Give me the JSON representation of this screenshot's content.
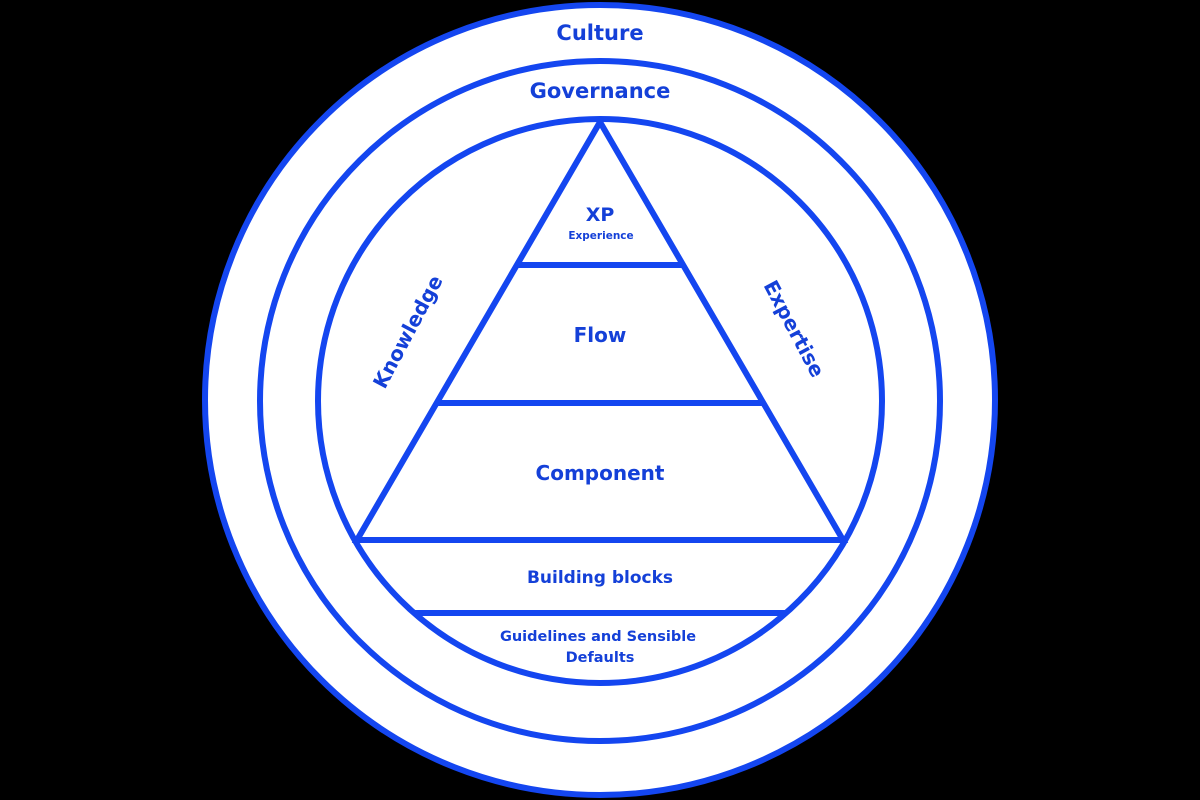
{
  "colors": {
    "background": "#000000",
    "fill": "#ffffff",
    "stroke": "#1446f0",
    "text": "#1440d8"
  },
  "rings": {
    "outer": "Culture",
    "middle": "Governance"
  },
  "side_labels": {
    "left": "Knowledge",
    "right": "Expertise"
  },
  "pyramid": {
    "top_title": "XP",
    "top_subtitle": "Experience",
    "level2": "Flow",
    "level3": "Component"
  },
  "base_layers": {
    "layer1": "Building blocks",
    "layer2_line1": "Guidelines and Sensible",
    "layer2_line2": "Defaults"
  }
}
